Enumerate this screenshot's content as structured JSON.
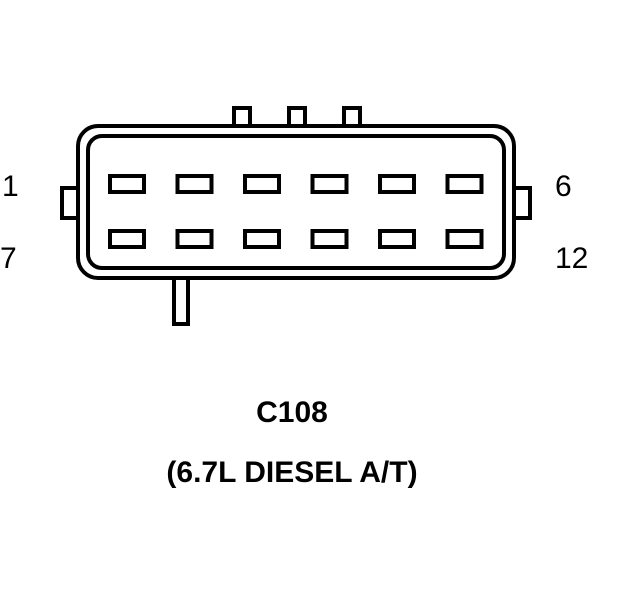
{
  "connector": {
    "id": "C108",
    "description": "(6.7L DIESEL A/T)",
    "pin_labels": {
      "top_left": "1",
      "top_right": "6",
      "bottom_left": "7",
      "bottom_right": "12"
    },
    "rows": 2,
    "pins_per_row": 6
  },
  "colors": {
    "line": "#000000",
    "background": "#ffffff"
  }
}
